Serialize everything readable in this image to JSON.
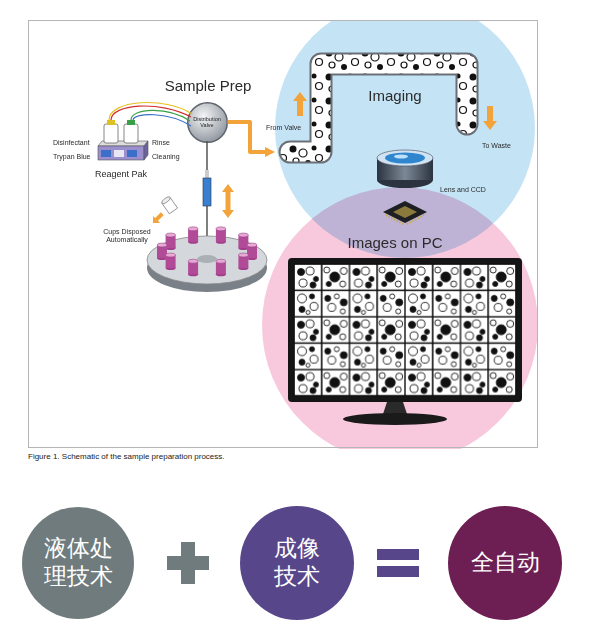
{
  "diagram": {
    "caption": "Figure 1. Schematic of the sample preparation process.",
    "nodes": [
      {
        "text": [
          "Sample Prep"
        ]
      },
      {
        "text": [
          "Imaging"
        ]
      },
      {
        "text": [
          "Images on PC"
        ]
      },
      {
        "text": [
          "Distribution Valve"
        ],
        "in": 0
      },
      {
        "text": [
          "液体处理技术"
        ]
      },
      {
        "text": [
          "成像技术"
        ]
      },
      {
        "text": [
          "全自动"
        ]
      }
    ],
    "edges": [
      {
        "from": 3,
        "to": 1,
        "arrow": "to"
      }
    ],
    "labels": [
      "Disinfectant",
      "Rinse",
      "Trypan Blue",
      "Cleaning",
      "Reagent Pak",
      "Cups Disposed Automatically",
      "From Valve",
      "To Waste",
      "Lens and CCD"
    ]
  }
}
